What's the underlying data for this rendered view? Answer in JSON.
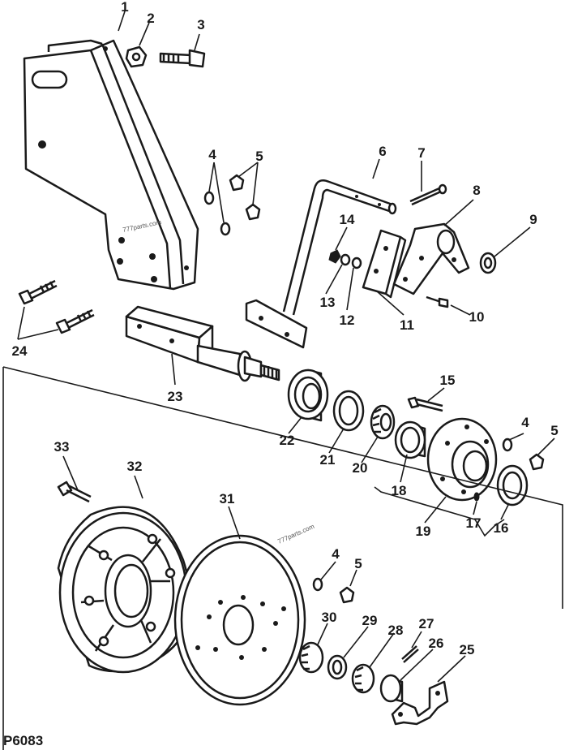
{
  "figure": {
    "id": "P6083"
  },
  "watermarks": [
    "777parts.com",
    "777parts.com"
  ],
  "callouts": [
    "1",
    "2",
    "3",
    "4",
    "5",
    "6",
    "7",
    "8",
    "9",
    "10",
    "11",
    "12",
    "13",
    "14",
    "15",
    "4",
    "5",
    "16",
    "17",
    "18",
    "19",
    "20",
    "21",
    "22",
    "23",
    "24",
    "25",
    "26",
    "27",
    "28",
    "29",
    "30",
    "4",
    "5",
    "31",
    "32",
    "33"
  ]
}
